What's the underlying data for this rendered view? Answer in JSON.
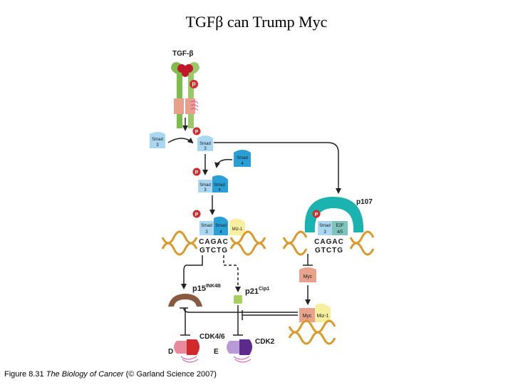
{
  "title": "TGFβ can Trump Myc",
  "caption": {
    "figure": "Figure 8.31",
    "book": "The Biology of Cancer",
    "credit": "(© Garland Science 2007)"
  },
  "labels": {
    "ligand": "TGF-β",
    "phospho": "P",
    "smad": "Smad",
    "n3": "3",
    "n4": "4",
    "miz1": "Miz-1",
    "e2f": "E2F",
    "e2f_sub": "4/5",
    "p107": "p107",
    "myc": "Myc",
    "p15": "p15",
    "p15_sup": "INK4B",
    "p21": "p21",
    "p21_sup": "Cip1",
    "cdk46": "CDK4/6",
    "cdk2": "CDK2",
    "cyclin_d": "D",
    "cyclin_e": "E"
  },
  "dna": {
    "top_strand": "CAGAC",
    "bottom_strand": "GTCTG"
  },
  "colors": {
    "smad3": "#a9d6f0",
    "smad4": "#2a9fd6",
    "miz1": "#f7efa0",
    "p107": "#1bb3b0",
    "myc": "#e8a38c",
    "phospho": "#d22b2b",
    "receptor_green": "#7dbb4a",
    "dna": "#d99a2b",
    "p15": "#8a5a40",
    "p21": "#a8d060",
    "cdk46": "#d12a2a",
    "cdk2": "#5b2a8a"
  }
}
